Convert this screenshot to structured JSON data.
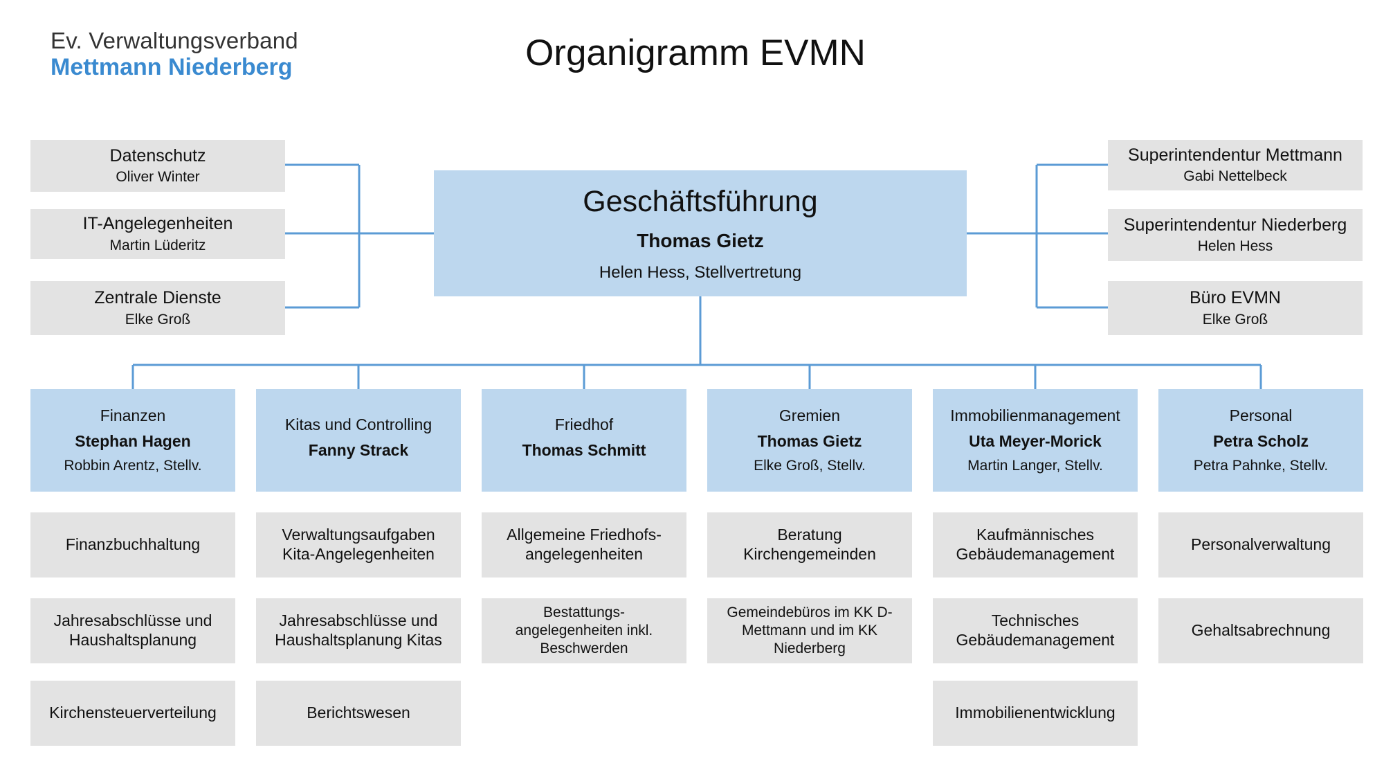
{
  "logo": {
    "line1": "Ev. Verwaltungsverband",
    "line2": "Mettmann Niederberg"
  },
  "title": "Organigramm EVMN",
  "colors": {
    "connector": "#5b9bd5",
    "blue_box": "#bdd7ee",
    "grey_box": "#e3e3e3",
    "logo_accent": "#3a8ad0"
  },
  "leadership": {
    "title": "Geschäftsführung",
    "head": "Thomas Gietz",
    "deputy": "Helen Hess, Stellvertretung"
  },
  "left_units": [
    {
      "name": "Datenschutz",
      "person": "Oliver Winter"
    },
    {
      "name": "IT-Angelegenheiten",
      "person": "Martin Lüderitz"
    },
    {
      "name": "Zentrale Dienste",
      "person": "Elke Groß"
    }
  ],
  "right_units": [
    {
      "name": "Superintendentur Mettmann",
      "person": "Gabi Nettelbeck"
    },
    {
      "name": "Superintendentur Niederberg",
      "person": "Helen Hess"
    },
    {
      "name": "Büro EVMN",
      "person": "Elke Groß"
    }
  ],
  "departments": [
    {
      "name": "Finanzen",
      "head": "Stephan Hagen",
      "deputy": "Robbin Arentz, Stellv.",
      "tasks": [
        "Finanzbuchhaltung",
        "Jahresabschlüsse und\nHaushaltsplanung",
        "Kirchensteuerverteilung"
      ]
    },
    {
      "name": "Kitas und Controlling",
      "head": "Fanny Strack",
      "deputy": "",
      "tasks": [
        "Verwaltungsaufgaben\nKita-Angelegenheiten",
        "Jahresabschlüsse und\nHaushaltsplanung Kitas",
        "Berichtswesen"
      ]
    },
    {
      "name": "Friedhof",
      "head": "Thomas Schmitt",
      "deputy": "",
      "tasks": [
        "Allgemeine Friedhofs-\nangelegenheiten",
        "Bestattungs-\nangelegenheiten inkl.\nBeschwerden"
      ]
    },
    {
      "name": "Gremien",
      "head": "Thomas Gietz",
      "deputy": "Elke Groß, Stellv.",
      "tasks": [
        "Beratung\nKirchengemeinden",
        "Gemeindebüros im KK D-\nMettmann und im KK\nNiederberg"
      ]
    },
    {
      "name": "Immobilienmanagement",
      "head": "Uta Meyer-Morick",
      "deputy": "Martin Langer, Stellv.",
      "tasks": [
        "Kaufmännisches\nGebäudemanagement",
        "Technisches\nGebäudemanagement",
        "Immobilienentwicklung"
      ]
    },
    {
      "name": "Personal",
      "head": "Petra Scholz",
      "deputy": "Petra Pahnke, Stellv.",
      "tasks": [
        "Personalverwaltung",
        "Gehaltsabrechnung"
      ]
    }
  ]
}
